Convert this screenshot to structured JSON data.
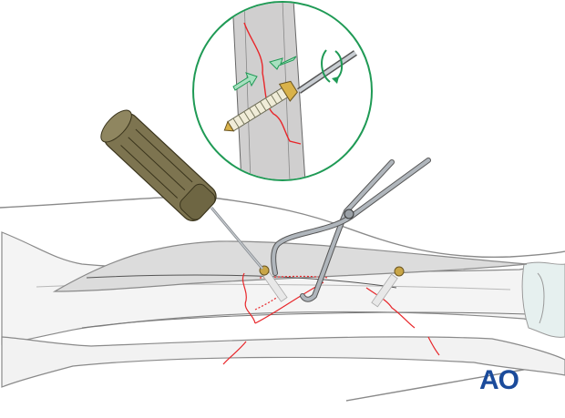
{
  "figure": {
    "title": "Lag screw insertion through fracture with reduction forceps",
    "elements": [
      {
        "name": "forearm-outline",
        "description": "Skin outline of forearm"
      },
      {
        "name": "radius-bone",
        "description": "Upper long bone with oblique fracture"
      },
      {
        "name": "ulna-bone",
        "description": "Lower long bone with fracture lines"
      },
      {
        "name": "plate",
        "description": "Grey elongated plate/soft tissue shape over bone"
      },
      {
        "name": "screwdriver",
        "description": "Olive-brown handled screwdriver inserting screw"
      },
      {
        "name": "reduction-forceps",
        "description": "Pointed reduction forceps holding fracture"
      },
      {
        "name": "lag-screw",
        "description": "Gold-headed lag screw across fracture"
      },
      {
        "name": "second-screw",
        "description": "Second gold-headed screw in distal bone"
      },
      {
        "name": "detail-inset",
        "description": "Circular magnified inset showing compression arrows and rotation"
      }
    ],
    "colors": {
      "inset_border": "#1f9a55",
      "compression_arrow": "#a8e0c0",
      "fracture_line": "#e8262a",
      "screwdriver_handle": "#7d7450",
      "screw_head": "#c9a648",
      "bone_fill": "#f4f4f4",
      "bone_outline": "#7a7a7a",
      "plate_fill": "#dcdcdc",
      "inset_bone": "#d0cfcf",
      "logo": "#1b4b9b"
    }
  },
  "logo": {
    "text": "AO"
  }
}
